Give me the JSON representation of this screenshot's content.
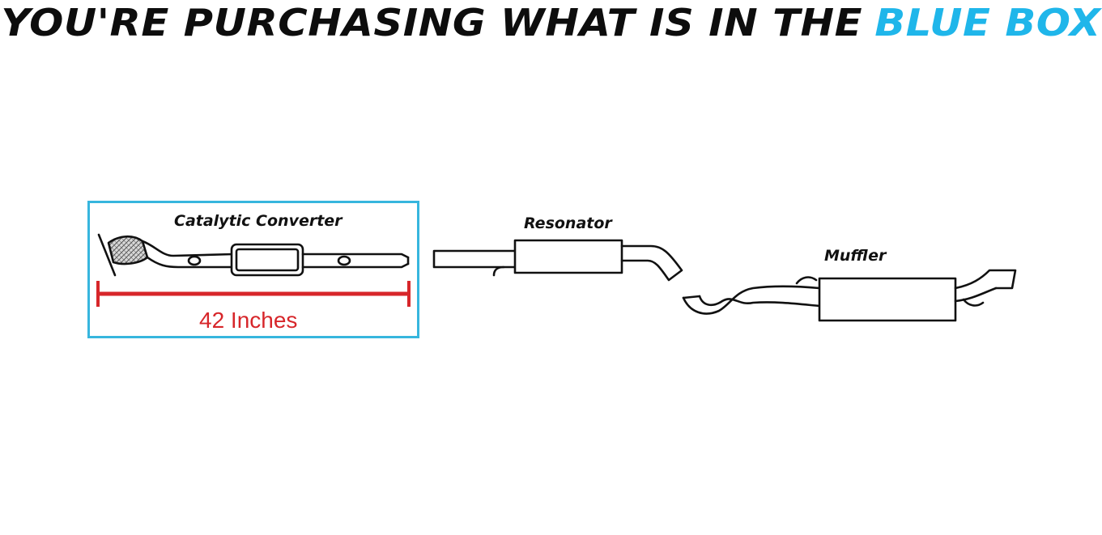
{
  "headline": {
    "prefix": "YOU'RE PURCHASING WHAT IS IN THE",
    "highlight": "BLUE BOX"
  },
  "parts": {
    "catalytic_converter": "Catalytic Converter",
    "resonator": "Resonator",
    "muffler": "Muffler"
  },
  "measurement": {
    "label": "42 Inches"
  },
  "colors": {
    "highlight": "#1fb6ea",
    "box_border": "#37b6de",
    "measurement": "#d7262a"
  }
}
